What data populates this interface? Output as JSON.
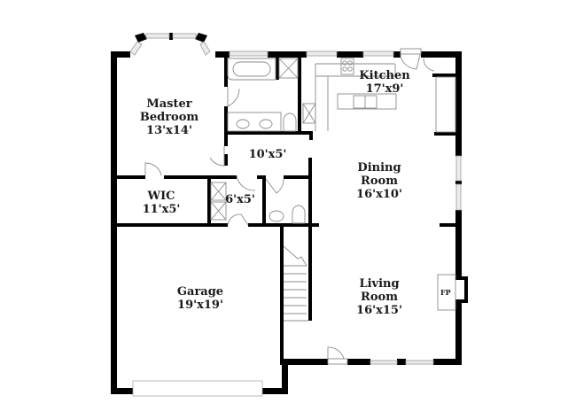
{
  "floorplan": {
    "rooms": [
      {
        "id": "master-bedroom",
        "name_line1": "Master",
        "name_line2": "Bedroom",
        "dims": "13'x14'"
      },
      {
        "id": "kitchen",
        "name_line1": "Kitchen",
        "name_line2": "",
        "dims": "17'x9'"
      },
      {
        "id": "hall",
        "name_line1": "",
        "name_line2": "",
        "dims": "10'x5'"
      },
      {
        "id": "wic",
        "name_line1": "WIC",
        "name_line2": "",
        "dims": "11'x5'"
      },
      {
        "id": "laundry",
        "name_line1": "",
        "name_line2": "",
        "dims": "6'x5'"
      },
      {
        "id": "dining-room",
        "name_line1": "Dining",
        "name_line2": "Room",
        "dims": "16'x10'"
      },
      {
        "id": "garage",
        "name_line1": "Garage",
        "name_line2": "",
        "dims": "19'x19'"
      },
      {
        "id": "living-room",
        "name_line1": "Living",
        "name_line2": "Room",
        "dims": "16'x15'"
      }
    ],
    "fireplace_label": "FP"
  }
}
